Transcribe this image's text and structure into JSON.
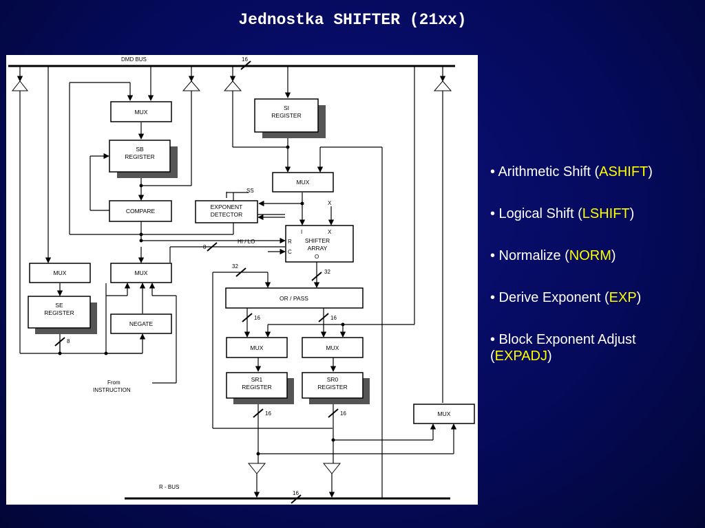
{
  "slide": {
    "title": "Jednostka SHIFTER (21xx)"
  },
  "diagram": {
    "bus_top": "DMD BUS",
    "bus_bottom": "R - BUS",
    "blocks": {
      "mux_top": "MUX",
      "sb_register": [
        "SB",
        "REGISTER"
      ],
      "compare": "COMPARE",
      "si_register": [
        "SI",
        "REGISTER"
      ],
      "mux_shift_in": "MUX",
      "exponent_detector": [
        "EXPONENT",
        "DETECTOR"
      ],
      "shifter_array": [
        "SHIFTER",
        "ARRAY"
      ],
      "mux_se": "MUX",
      "se_register": [
        "SE",
        "REGISTER"
      ],
      "mux_negate": "MUX",
      "negate": "NEGATE",
      "or_pass": "OR / PASS",
      "mux_sr1": "MUX",
      "mux_sr0": "MUX",
      "sr1_register": [
        "SR1",
        "REGISTER"
      ],
      "sr0_register": [
        "SR0",
        "REGISTER"
      ],
      "mux_right": "MUX"
    },
    "labels": {
      "ss": "SS",
      "x_in": "X",
      "port_i": "I",
      "port_x": "X",
      "port_r": "R",
      "port_c": "C",
      "port_o": "O",
      "hi_lo": "HI / LO",
      "from_instruction": [
        "From",
        "INSTRUCTION"
      ]
    },
    "widths": {
      "w16_top": "16",
      "w8_se": "8",
      "w8_hilo": "8",
      "w32_or": "32",
      "w32_shift": "32",
      "w16_mux1": "16",
      "w16_mux0": "16",
      "w16_sr1": "16",
      "w16_sr0": "16",
      "w16_rbus": "16"
    }
  },
  "bullets": [
    {
      "prefix": "• Arithmetic Shift (",
      "code": "ASHIFT",
      "suffix": ")"
    },
    {
      "prefix": "• Logical Shift (",
      "code": "LSHIFT",
      "suffix": ")"
    },
    {
      "prefix": "• Normalize (",
      "code": "NORM",
      "suffix": ")"
    },
    {
      "prefix": "• Derive Exponent (",
      "code": "EXP",
      "suffix": ")"
    },
    {
      "prefix": "• Block Exponent Adjust (",
      "code": "EXPADJ",
      "suffix": ")"
    }
  ],
  "colors": {
    "highlight": "#ffff00",
    "text": "#ffffff",
    "background": "#050a5c"
  }
}
